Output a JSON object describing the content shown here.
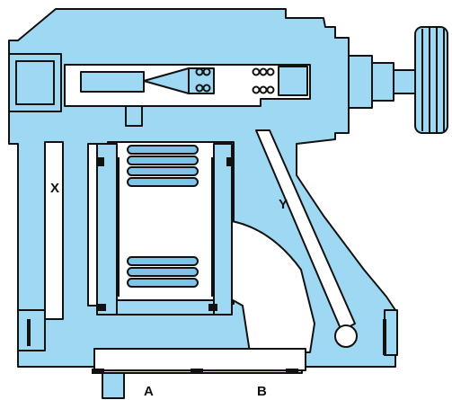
{
  "labels": {
    "x": "X",
    "y": "Y",
    "a": "A",
    "b": "B"
  },
  "colors": {
    "body": "#9fd8f2",
    "body_dark": "#7fc4e6",
    "outline": "#111111",
    "cavity": "#ffffff",
    "seal": "#111111"
  }
}
